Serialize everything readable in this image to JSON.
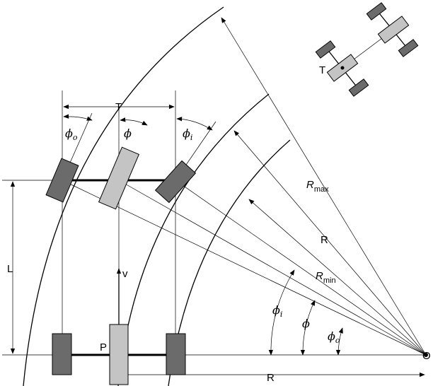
{
  "labels": {
    "track": "T",
    "track_inset": "T",
    "phi": "ϕ",
    "sub_o": "o",
    "sub_i": "i",
    "r_max_base": "R",
    "r_max_sub": "max",
    "r": "R",
    "r_min_base": "R",
    "r_min_sub": "min",
    "r_bottom": "R",
    "wheelbase": "L",
    "velocity": "v",
    "point_p": "P",
    "center_o": "O"
  },
  "colors": {
    "wheel_dark": "#6b6b6b",
    "wheel_light": "#c4c4c4",
    "line": "#000000"
  }
}
